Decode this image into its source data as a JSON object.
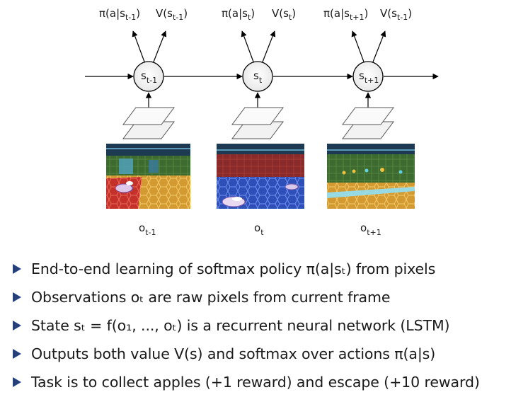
{
  "diagram": {
    "timesteps": [
      {
        "state_label": "s",
        "state_sub": "t-1",
        "policy_label": "π(a|s",
        "policy_sub": "t-1",
        "value_label": "V(s",
        "value_sub": "t-1",
        "obs_label": "o",
        "obs_sub": "t-1",
        "frame_icon": "game-frame-red-yellow-floor"
      },
      {
        "state_label": "s",
        "state_sub": "t",
        "policy_label": "π(a|s",
        "policy_sub": "t",
        "value_label": "V(s",
        "value_sub": "t",
        "obs_label": "o",
        "obs_sub": "t",
        "frame_icon": "game-frame-blue-hex-floor"
      },
      {
        "state_label": "s",
        "state_sub": "t+1",
        "policy_label": "π(a|s",
        "policy_sub": "t+1",
        "value_label": "V(s",
        "value_sub": "t-1",
        "obs_label": "o",
        "obs_sub": "t+1",
        "frame_icon": "game-frame-green-room-apples"
      }
    ],
    "close_paren": ")"
  },
  "bullets": [
    "End-to-end learning of softmax policy π(a|sₜ) from pixels",
    "Observations oₜ are raw pixels from current frame",
    "State sₜ = f(o₁, ..., oₜ) is a recurrent neural network (LSTM)",
    "Outputs both value V(s) and softmax over actions π(a|s)",
    "Task is to collect apples (+1 reward) and escape (+10 reward)"
  ],
  "colors": {
    "bullet_marker": "#27407a",
    "node_fill": "#ffffff",
    "arrow": "#000000"
  }
}
